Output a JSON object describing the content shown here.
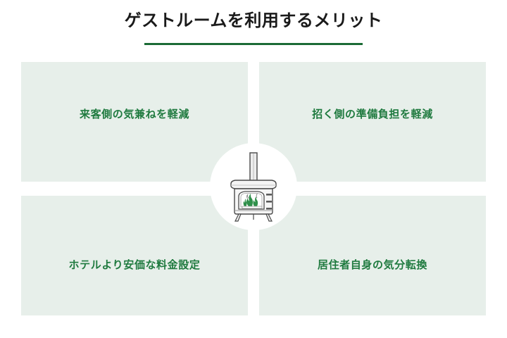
{
  "header": {
    "title": "ゲストルームを利用するメリット",
    "underline_color": "#1b6b35",
    "title_color": "#1a1a1a"
  },
  "theme": {
    "page_background": "#ffffff",
    "card_background": "#e7efea",
    "label_color": "#1f7a3f",
    "accent_green": "#1b6b35",
    "flame_green": "#2f8f4a",
    "stove_body": "#f2f2f2",
    "stove_outline": "#3a3a3a"
  },
  "benefits": [
    {
      "position": "top-left",
      "label": "来客側の気兼ねを軽減"
    },
    {
      "position": "top-right",
      "label": "招く側の準備負担を軽減"
    },
    {
      "position": "bottom-left",
      "label": "ホテルより安価な料金設定"
    },
    {
      "position": "bottom-right",
      "label": "居住者自身の気分転換"
    }
  ],
  "center": {
    "icon": "wood-stove-icon"
  }
}
